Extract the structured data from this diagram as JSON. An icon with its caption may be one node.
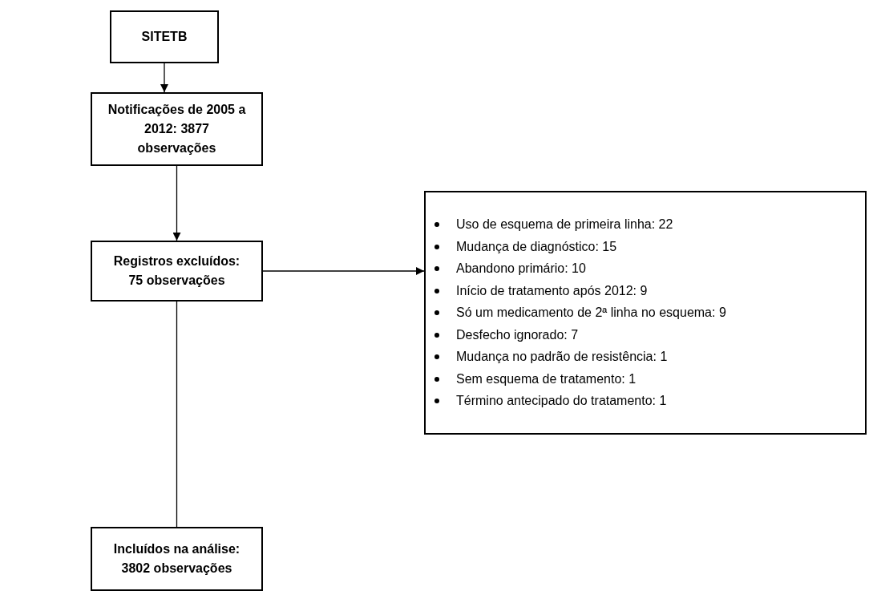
{
  "diagram": {
    "nodes": [
      {
        "text": [
          "SITETB"
        ]
      },
      {
        "text": [
          "Notificações de 2005 a 2012: 3877 observações"
        ]
      },
      {
        "text": [
          "Registros excluídos: 75 observações"
        ]
      },
      {
        "text": [
          "Uso de esquema de primeira linha: 22",
          "Mudança de diagnóstico: 15",
          "Abandono primário: 10",
          "Início de tratamento após 2012: 9",
          "Só um medicamento de 2ª linha no esquema: 9",
          "Desfecho ignorado: 7",
          "Mudança no padrão de resistência: 1",
          "Sem esquema de tratamento: 1",
          "Término antecipado do tratamento: 1"
        ]
      },
      {
        "text": [
          "Incluídos na análise: 3802 observações"
        ]
      }
    ],
    "edges": [
      {
        "from": 0,
        "to": 1,
        "arrow": "to"
      },
      {
        "from": 1,
        "to": 2,
        "arrow": "to"
      },
      {
        "from": 2,
        "to": 3,
        "arrow": "to"
      },
      {
        "from": 2,
        "to": 4,
        "arrow": "none"
      }
    ]
  }
}
